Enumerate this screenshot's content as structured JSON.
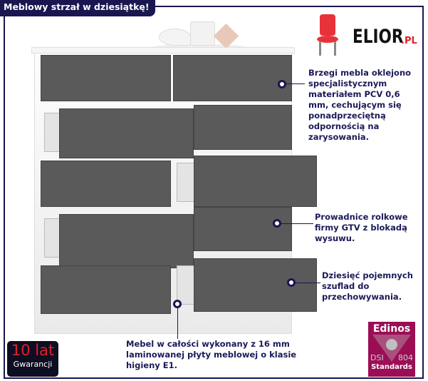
{
  "header": {
    "title": "Meblowy strzał w dziesiątkę!"
  },
  "logo": {
    "brand": "ELIOR",
    "suffix": ".PL"
  },
  "callouts": [
    {
      "text": "Brzegi mebla oklejono specjalistycznym materiałem PCV 0,6 mm, cechującym się ponadprzeciętną odpornością na zarysowania."
    },
    {
      "text": "Prowadnice rolkowe firmy GTV z blokadą wysuwu."
    },
    {
      "text": "Dziesięć pojemnych szuflad do przechowywania."
    },
    {
      "text": "Mebel w całości wykonany z 16 mm laminowanej płyty meblowej o klasie higieny E1."
    }
  ],
  "warranty": {
    "years": "10 lat",
    "label": "Gwarancji"
  },
  "certificate": {
    "brand": "Edinos",
    "left": "DSI",
    "right": "804",
    "label": "Standards"
  },
  "colors": {
    "navy": "#1a1650",
    "drawer": "#5a5a5a",
    "accent": "#e0202a"
  }
}
